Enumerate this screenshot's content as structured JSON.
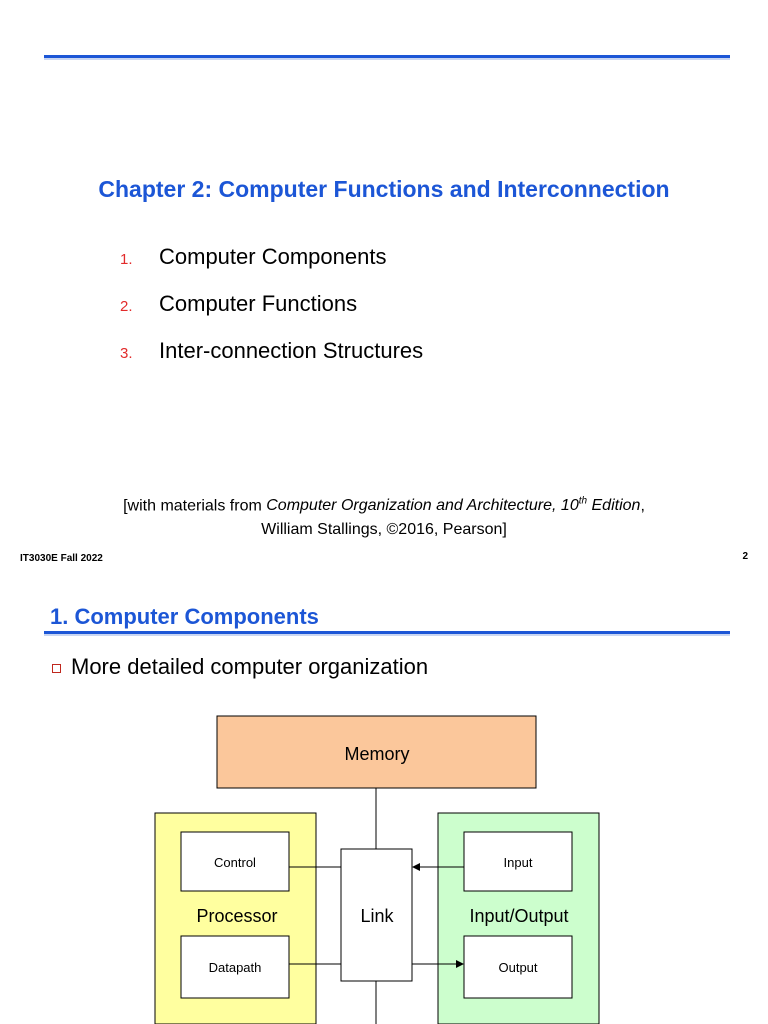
{
  "slide1": {
    "title": "Chapter 2: Computer Functions and Interconnection",
    "toc": [
      {
        "num": "1.",
        "text": "Computer Components"
      },
      {
        "num": "2.",
        "text": "Computer Functions"
      },
      {
        "num": "3.",
        "text": "Inter-connection Structures"
      }
    ],
    "credit": {
      "prefix": "[with materials from ",
      "book": "Computer Organization and Architecture, 10",
      "sup": "th",
      "edition": " Edition",
      "suffix": ",",
      "line2": "William Stallings, ©2016, Pearson]"
    },
    "footer_course": "IT3030E Fall 2022",
    "page_number": "2"
  },
  "slide2": {
    "title": "1. Computer Components",
    "bullet": "More detailed computer organization",
    "diagram": {
      "memory": "Memory",
      "processor": "Processor",
      "control": "Control",
      "datapath": "Datapath",
      "link": "Link",
      "io": "Input/Output",
      "input": "Input",
      "output": "Output"
    },
    "colors": {
      "memory_fill": "#fbc79b",
      "processor_fill": "#ffff9f",
      "io_fill": "#ccfecd",
      "title_blue": "#1c56d6",
      "number_red": "#e22b2b"
    }
  }
}
